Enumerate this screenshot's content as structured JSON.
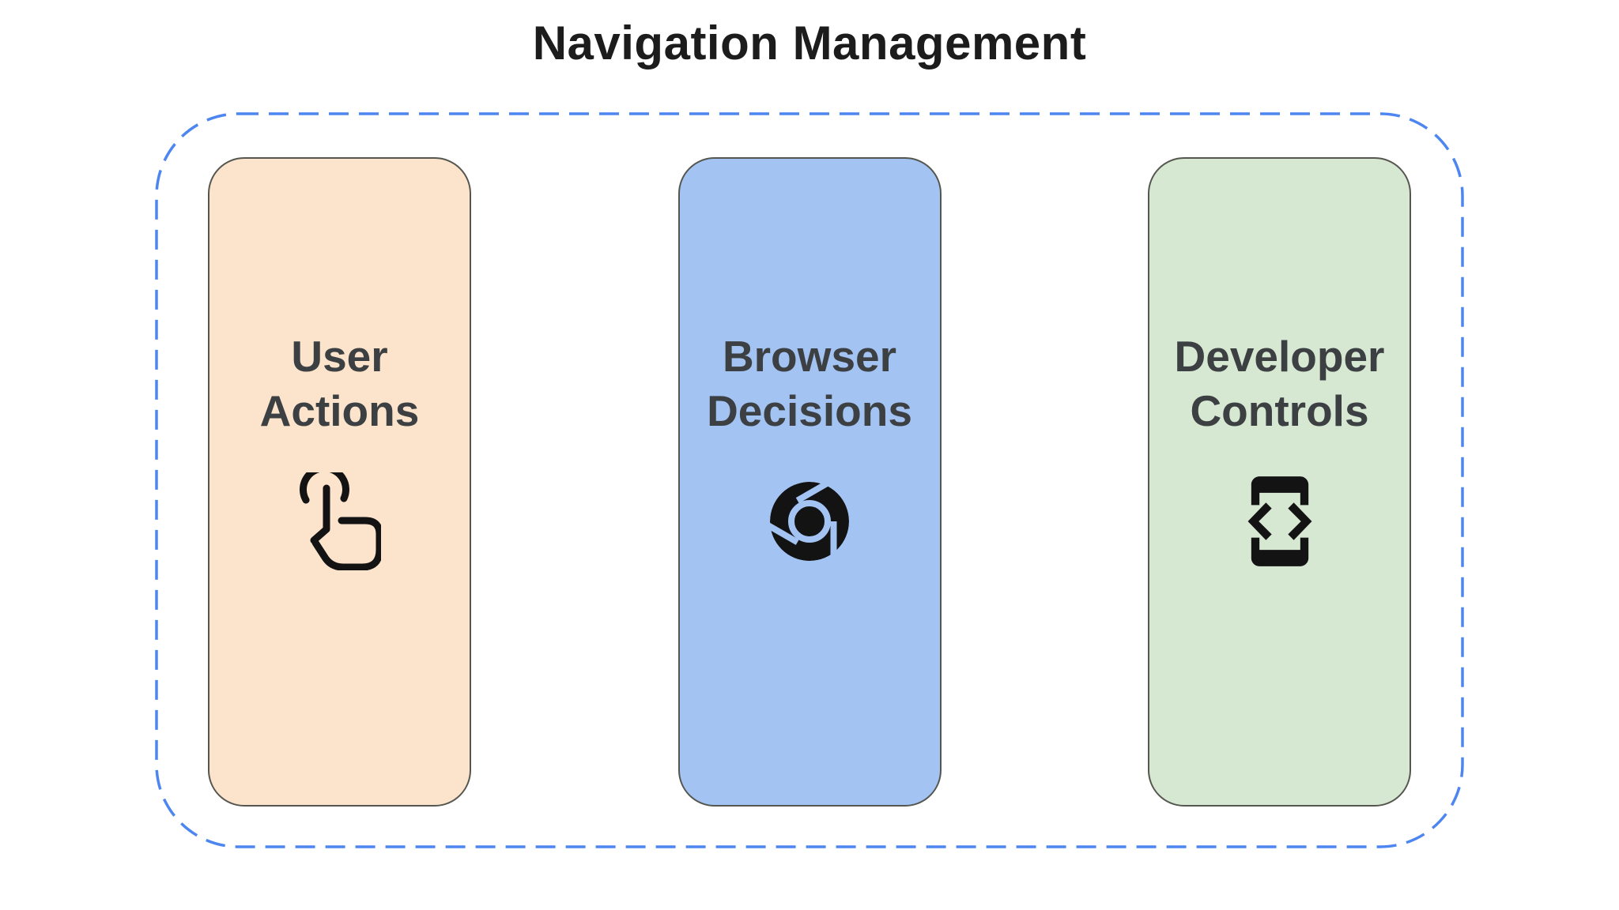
{
  "title": "Navigation Management",
  "frame": {
    "border_color": "#4d86f1",
    "style": "dashed-rounded-container"
  },
  "cards": [
    {
      "lines": [
        "User",
        "Actions"
      ],
      "icon": "touch-gesture-icon",
      "bg": "#fbe4cb"
    },
    {
      "lines": [
        "Browser",
        "Decisions"
      ],
      "icon": "chrome-browser-icon",
      "bg": "#a3c3f3"
    },
    {
      "lines": [
        "Developer",
        "Controls"
      ],
      "icon": "developer-mode-icon",
      "bg": "#d6e8d2"
    }
  ],
  "colors": {
    "background": "#ffffff",
    "title_text": "#1c1c1c",
    "card_label_text": "#3c4043",
    "card_border": "#55564f",
    "icon": "#131313",
    "frame_dash": "#4d86f1"
  }
}
